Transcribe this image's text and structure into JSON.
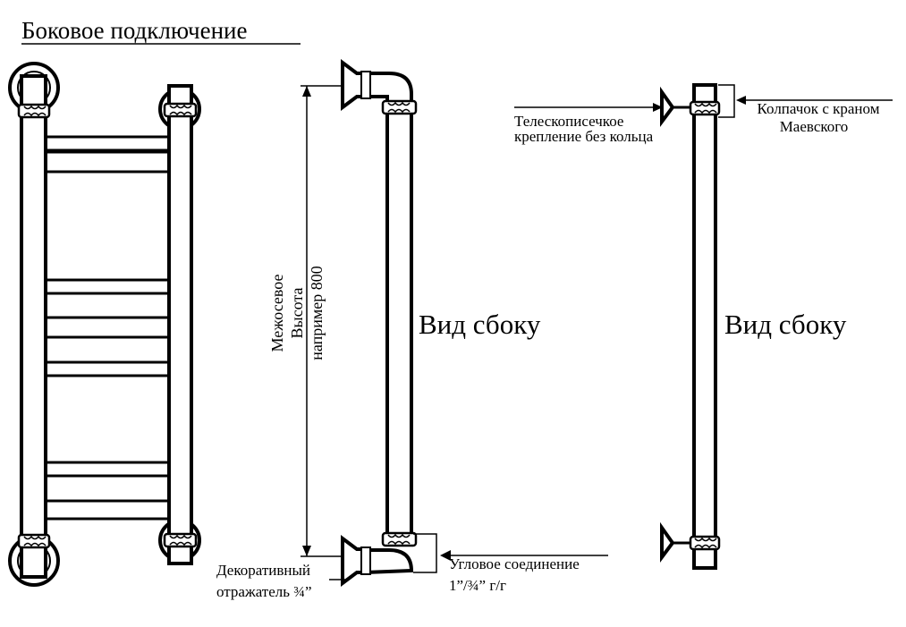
{
  "title": "Боковое подключение",
  "side_view_label_1": "Вид сбоку",
  "side_view_label_2": "Вид сбоку",
  "dimension": {
    "line1": "Межосевое",
    "line2": "Высота",
    "line3": "например 800"
  },
  "reflector": {
    "line1": "Декоративный",
    "line2": "отражатель ¾”"
  },
  "angle_joint": {
    "line1": "Угловое соединение",
    "line2": "1”/¾” г/г"
  },
  "telescopic": {
    "line1": "Телескописечкое",
    "line2": "крепление без кольца"
  },
  "cap": {
    "line1": "Колпачок с краном",
    "line2": "Маевского"
  },
  "colors": {
    "stroke": "#000000",
    "background": "#ffffff"
  }
}
